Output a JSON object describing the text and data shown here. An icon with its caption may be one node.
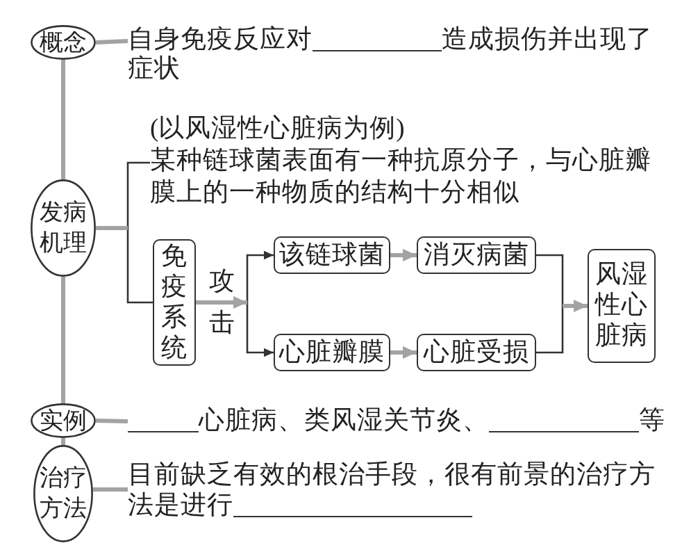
{
  "diagram": {
    "nodes": [
      {
        "text": [
          "概念"
        ]
      },
      {
        "text": [
          "自身免疫反应对",
          "造成损伤并出现了症状"
        ]
      },
      {
        "text": [
          "发病机理"
        ]
      },
      {
        "text": [
          "(以风湿性心脏病为例)",
          "某种链球菌表面有一种抗原分子，与心脏瓣膜上的一种物质的结构十分相似"
        ]
      },
      {
        "text": [
          "免疫系统"
        ]
      },
      {
        "text": [
          "该链球菌"
        ]
      },
      {
        "text": [
          "消灭病菌"
        ]
      },
      {
        "text": [
          "心脏瓣膜"
        ]
      },
      {
        "text": [
          "心脏受损"
        ]
      },
      {
        "text": [
          "风湿性心脏病"
        ]
      },
      {
        "text": [
          "实例"
        ]
      },
      {
        "text": [
          "心脏病、类风湿关节炎、",
          "等"
        ]
      },
      {
        "text": [
          "治疗方法"
        ]
      },
      {
        "text": [
          "目前缺乏有效的根治手段，很有前景的治疗方法是进行"
        ]
      }
    ],
    "edges": [
      {
        "from": 0,
        "to": 1,
        "arrow": "none"
      },
      {
        "from": 0,
        "to": 2,
        "arrow": "none"
      },
      {
        "from": 2,
        "to": 3,
        "arrow": "none",
        "color": "#333333"
      },
      {
        "from": 2,
        "to": 4,
        "arrow": "none",
        "color": "#333333"
      },
      {
        "from": 4,
        "to": 5,
        "arrow": "to",
        "label": "攻击",
        "color": "#333333"
      },
      {
        "from": 4,
        "to": 7,
        "arrow": "to",
        "color": "#333333"
      },
      {
        "from": 5,
        "to": 6,
        "arrow": "to"
      },
      {
        "from": 7,
        "to": 8,
        "arrow": "to"
      },
      {
        "from": 6,
        "to": 9,
        "arrow": "to",
        "color": "#333333"
      },
      {
        "from": 8,
        "to": 9,
        "arrow": "to",
        "color": "#333333"
      },
      {
        "from": 2,
        "to": 10,
        "arrow": "none"
      },
      {
        "from": 10,
        "to": 11,
        "arrow": "none"
      },
      {
        "from": 10,
        "to": 12,
        "arrow": "none"
      },
      {
        "from": 12,
        "to": 13,
        "arrow": "none"
      }
    ]
  }
}
